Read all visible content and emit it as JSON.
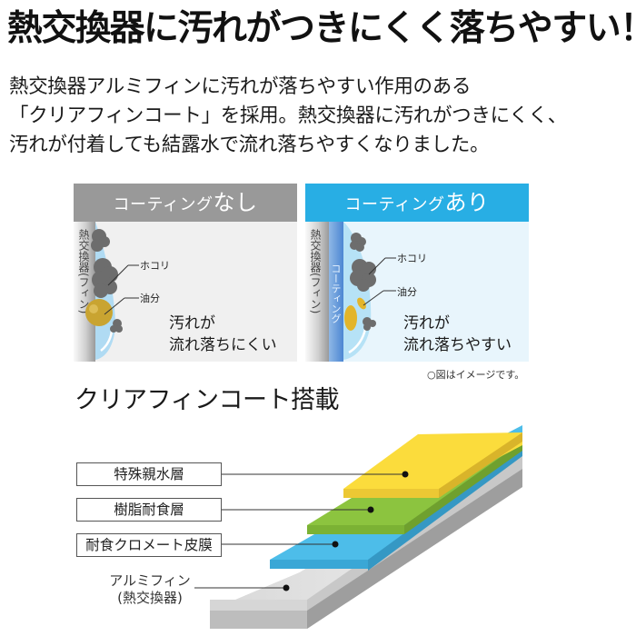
{
  "headline": "熱交換器に汚れがつきにくく落ちやすい！",
  "intro": {
    "lines": [
      "熱交換器アルミフィンに汚れが落ちやすい作用のある",
      "「クリアフィンコート」を採用。熱交換器に汚れがつきにくく、",
      "汚れが付着しても結露水で流れ落ちやすくなりました。"
    ]
  },
  "comparison": {
    "without": {
      "title_small": "コーティング",
      "title_big": "なし",
      "fin_label": "熱交換器(フィン)",
      "dust_label": "ホコリ",
      "oil_label": "油分",
      "result_line1": "汚れが",
      "result_line2": "流れ落ちにくい",
      "header_color": "#999999",
      "bg_color": "#f0f0f0"
    },
    "with": {
      "title_small": "コーティング",
      "title_big": "あり",
      "fin_label": "熱交換器(フィン)",
      "coating_label": "コーティング",
      "dust_label": "ホコリ",
      "oil_label": "油分",
      "result_line1": "汚れが",
      "result_line2": "流れ落ちやすい",
      "header_color": "#28aee4",
      "bg_color": "#e8f5fc"
    },
    "note": "○図はイメージです。"
  },
  "section_title": "クリアフィンコート搭載",
  "layers": [
    {
      "label": "特殊親水層",
      "color": "#fbdc3c",
      "boxed": true
    },
    {
      "label": "樹脂耐食層",
      "color": "#8cc43f",
      "boxed": true
    },
    {
      "label": "耐食クロメート皮膜",
      "color": "#4dbde9",
      "boxed": true
    },
    {
      "label": "アルミフィン",
      "sublabel": "(熱交換器)",
      "color": "#e2e2e2",
      "boxed": false
    }
  ]
}
